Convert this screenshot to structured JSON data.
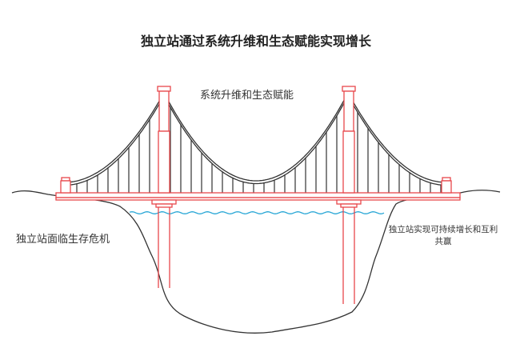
{
  "title": "独立站通过系统升维和生态赋能实现增长",
  "labels": {
    "top": "系统升维和生态赋能",
    "left": "独立站面临生存危机",
    "right": "独立站实现可持续增长和互利共赢"
  },
  "colors": {
    "structure": "#e8474c",
    "cable": "#333333",
    "water": "#2aa7d6",
    "ground": "#333333"
  }
}
